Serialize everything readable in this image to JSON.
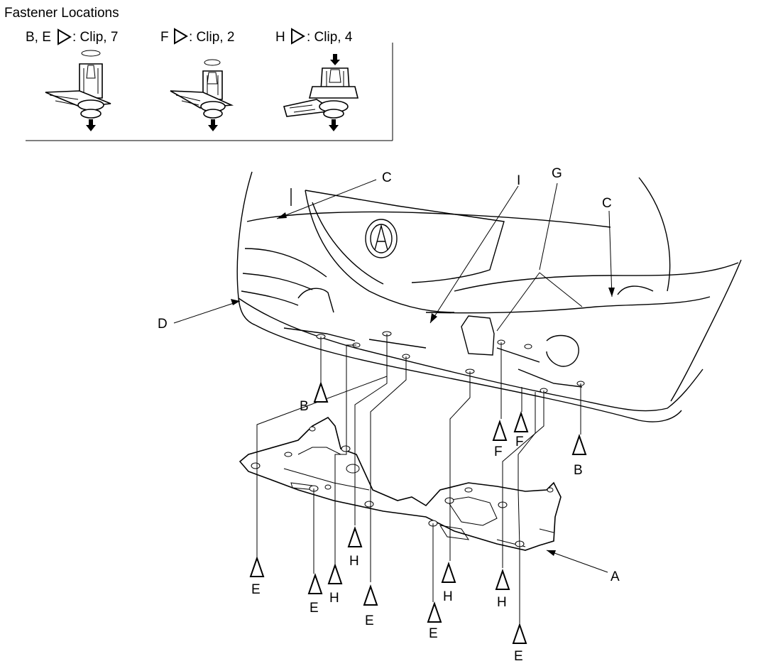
{
  "header": {
    "title": "Fastener Locations",
    "legend": [
      {
        "letters": "B, E",
        "desc": ": Clip, 7"
      },
      {
        "letters": "F",
        "desc": ": Clip, 2"
      },
      {
        "letters": "H",
        "desc": ": Clip, 4"
      }
    ]
  },
  "callouts": {
    "A": "A",
    "B": "B",
    "C": "C",
    "D": "D",
    "E": "E",
    "F": "F",
    "G": "G",
    "H": "H",
    "I": "I"
  }
}
